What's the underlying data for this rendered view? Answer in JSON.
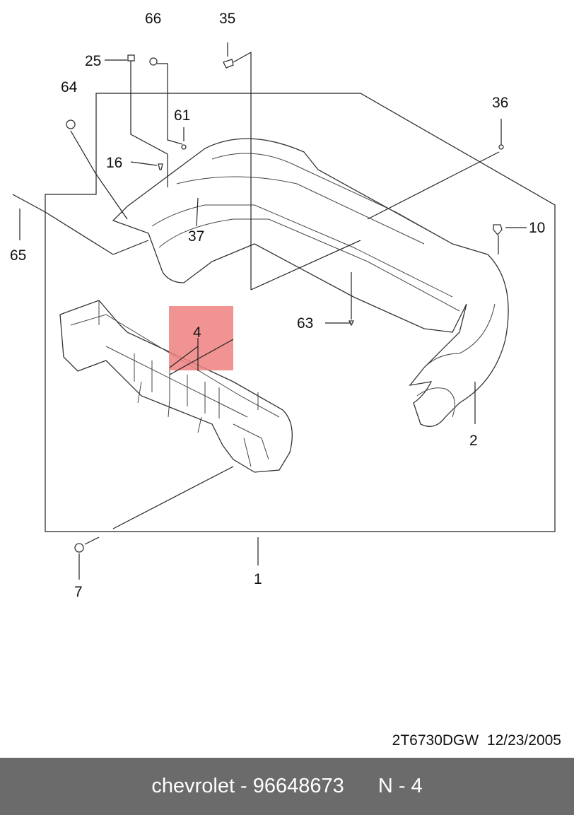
{
  "callouts": {
    "c66": "66",
    "c35": "35",
    "c25": "25",
    "c64": "64",
    "c61": "61",
    "c36": "36",
    "c16": "16",
    "c10": "10",
    "c37": "37",
    "c65": "65",
    "c4": "4",
    "c63": "63",
    "c2": "2",
    "c1": "1",
    "c7": "7"
  },
  "highlight_color": "#f08080",
  "drawing_code": "2T6730DGW  12/23/2005",
  "footer": {
    "brand_part": "chevrolet - 96648673",
    "position": "N - 4"
  }
}
